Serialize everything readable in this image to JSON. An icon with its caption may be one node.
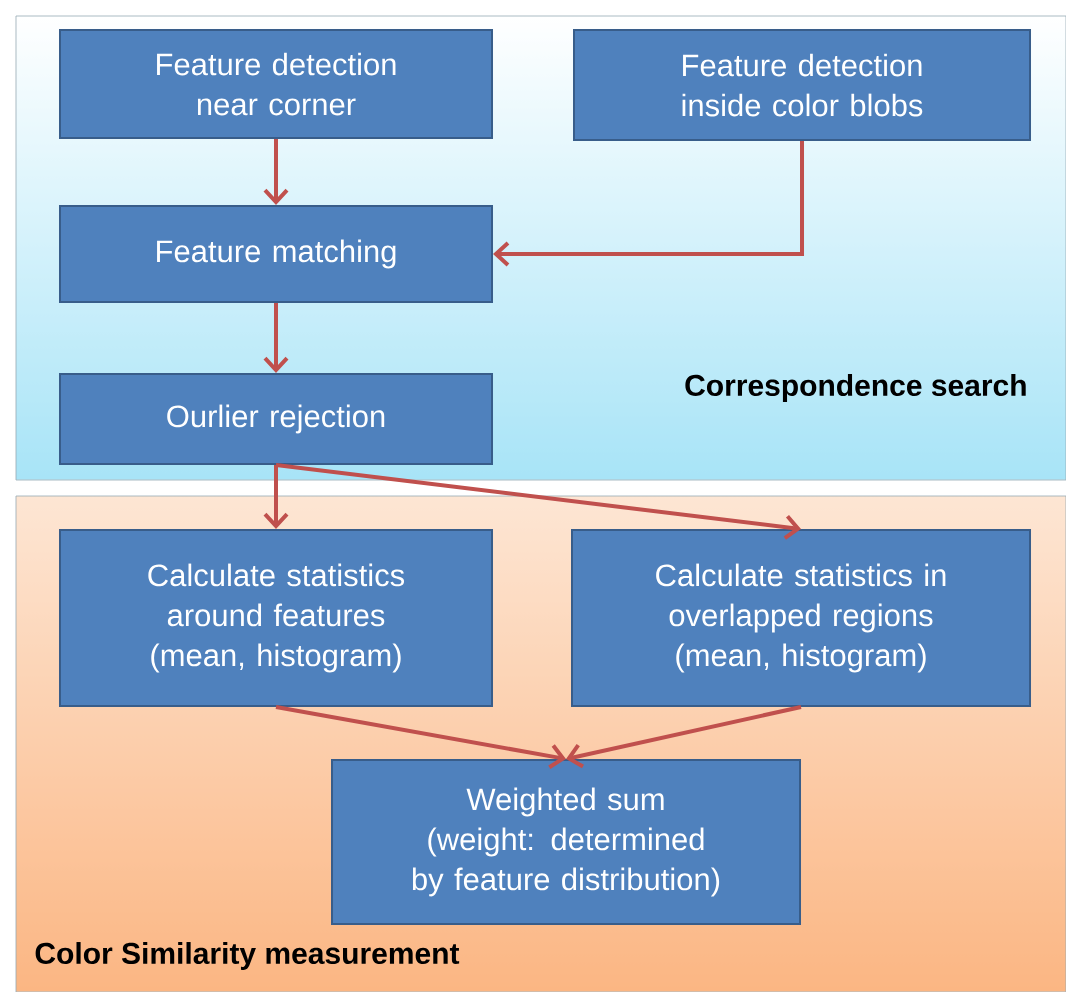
{
  "diagram": {
    "nodes": [
      {
        "text": [
          "Correspondence search"
        ]
      },
      {
        "text": [
          "Feature detection near corner"
        ],
        "in": 0
      },
      {
        "text": [
          "Feature detection inside color blobs"
        ],
        "in": 0
      },
      {
        "text": [
          "Feature matching"
        ],
        "in": 0
      },
      {
        "text": [
          "Ourlier rejection"
        ],
        "in": 0
      },
      {
        "text": [
          "Color Similarity measurement"
        ]
      },
      {
        "text": [
          "Calculate statistics around features (mean, histogram)"
        ],
        "in": 5
      },
      {
        "text": [
          "Calculate statistics in overlapped regions (mean, histogram)"
        ],
        "in": 5
      },
      {
        "text": [
          "Weighted sum (weight: determined by feature distribution)"
        ],
        "in": 5
      }
    ],
    "edges": [
      {
        "from": 1,
        "to": 3,
        "arrow": "to"
      },
      {
        "from": 2,
        "to": 3,
        "arrow": "to"
      },
      {
        "from": 3,
        "to": 4,
        "arrow": "to"
      },
      {
        "from": 4,
        "to": 6,
        "arrow": "to"
      },
      {
        "from": 4,
        "to": 7,
        "arrow": "to"
      },
      {
        "from": 6,
        "to": 8,
        "arrow": "to"
      },
      {
        "from": 7,
        "to": 8,
        "arrow": "to"
      }
    ]
  }
}
